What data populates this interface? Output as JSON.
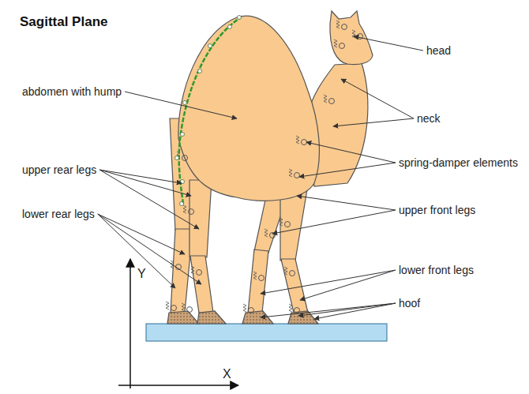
{
  "diagram": {
    "title": "Sagittal Plane",
    "labels": [
      "head",
      "abdomen with hump",
      "neck",
      "spring-damper elements",
      "upper rear legs",
      "lower rear legs",
      "upper front legs",
      "lower front legs",
      "hoof",
      "Y",
      "X"
    ]
  }
}
